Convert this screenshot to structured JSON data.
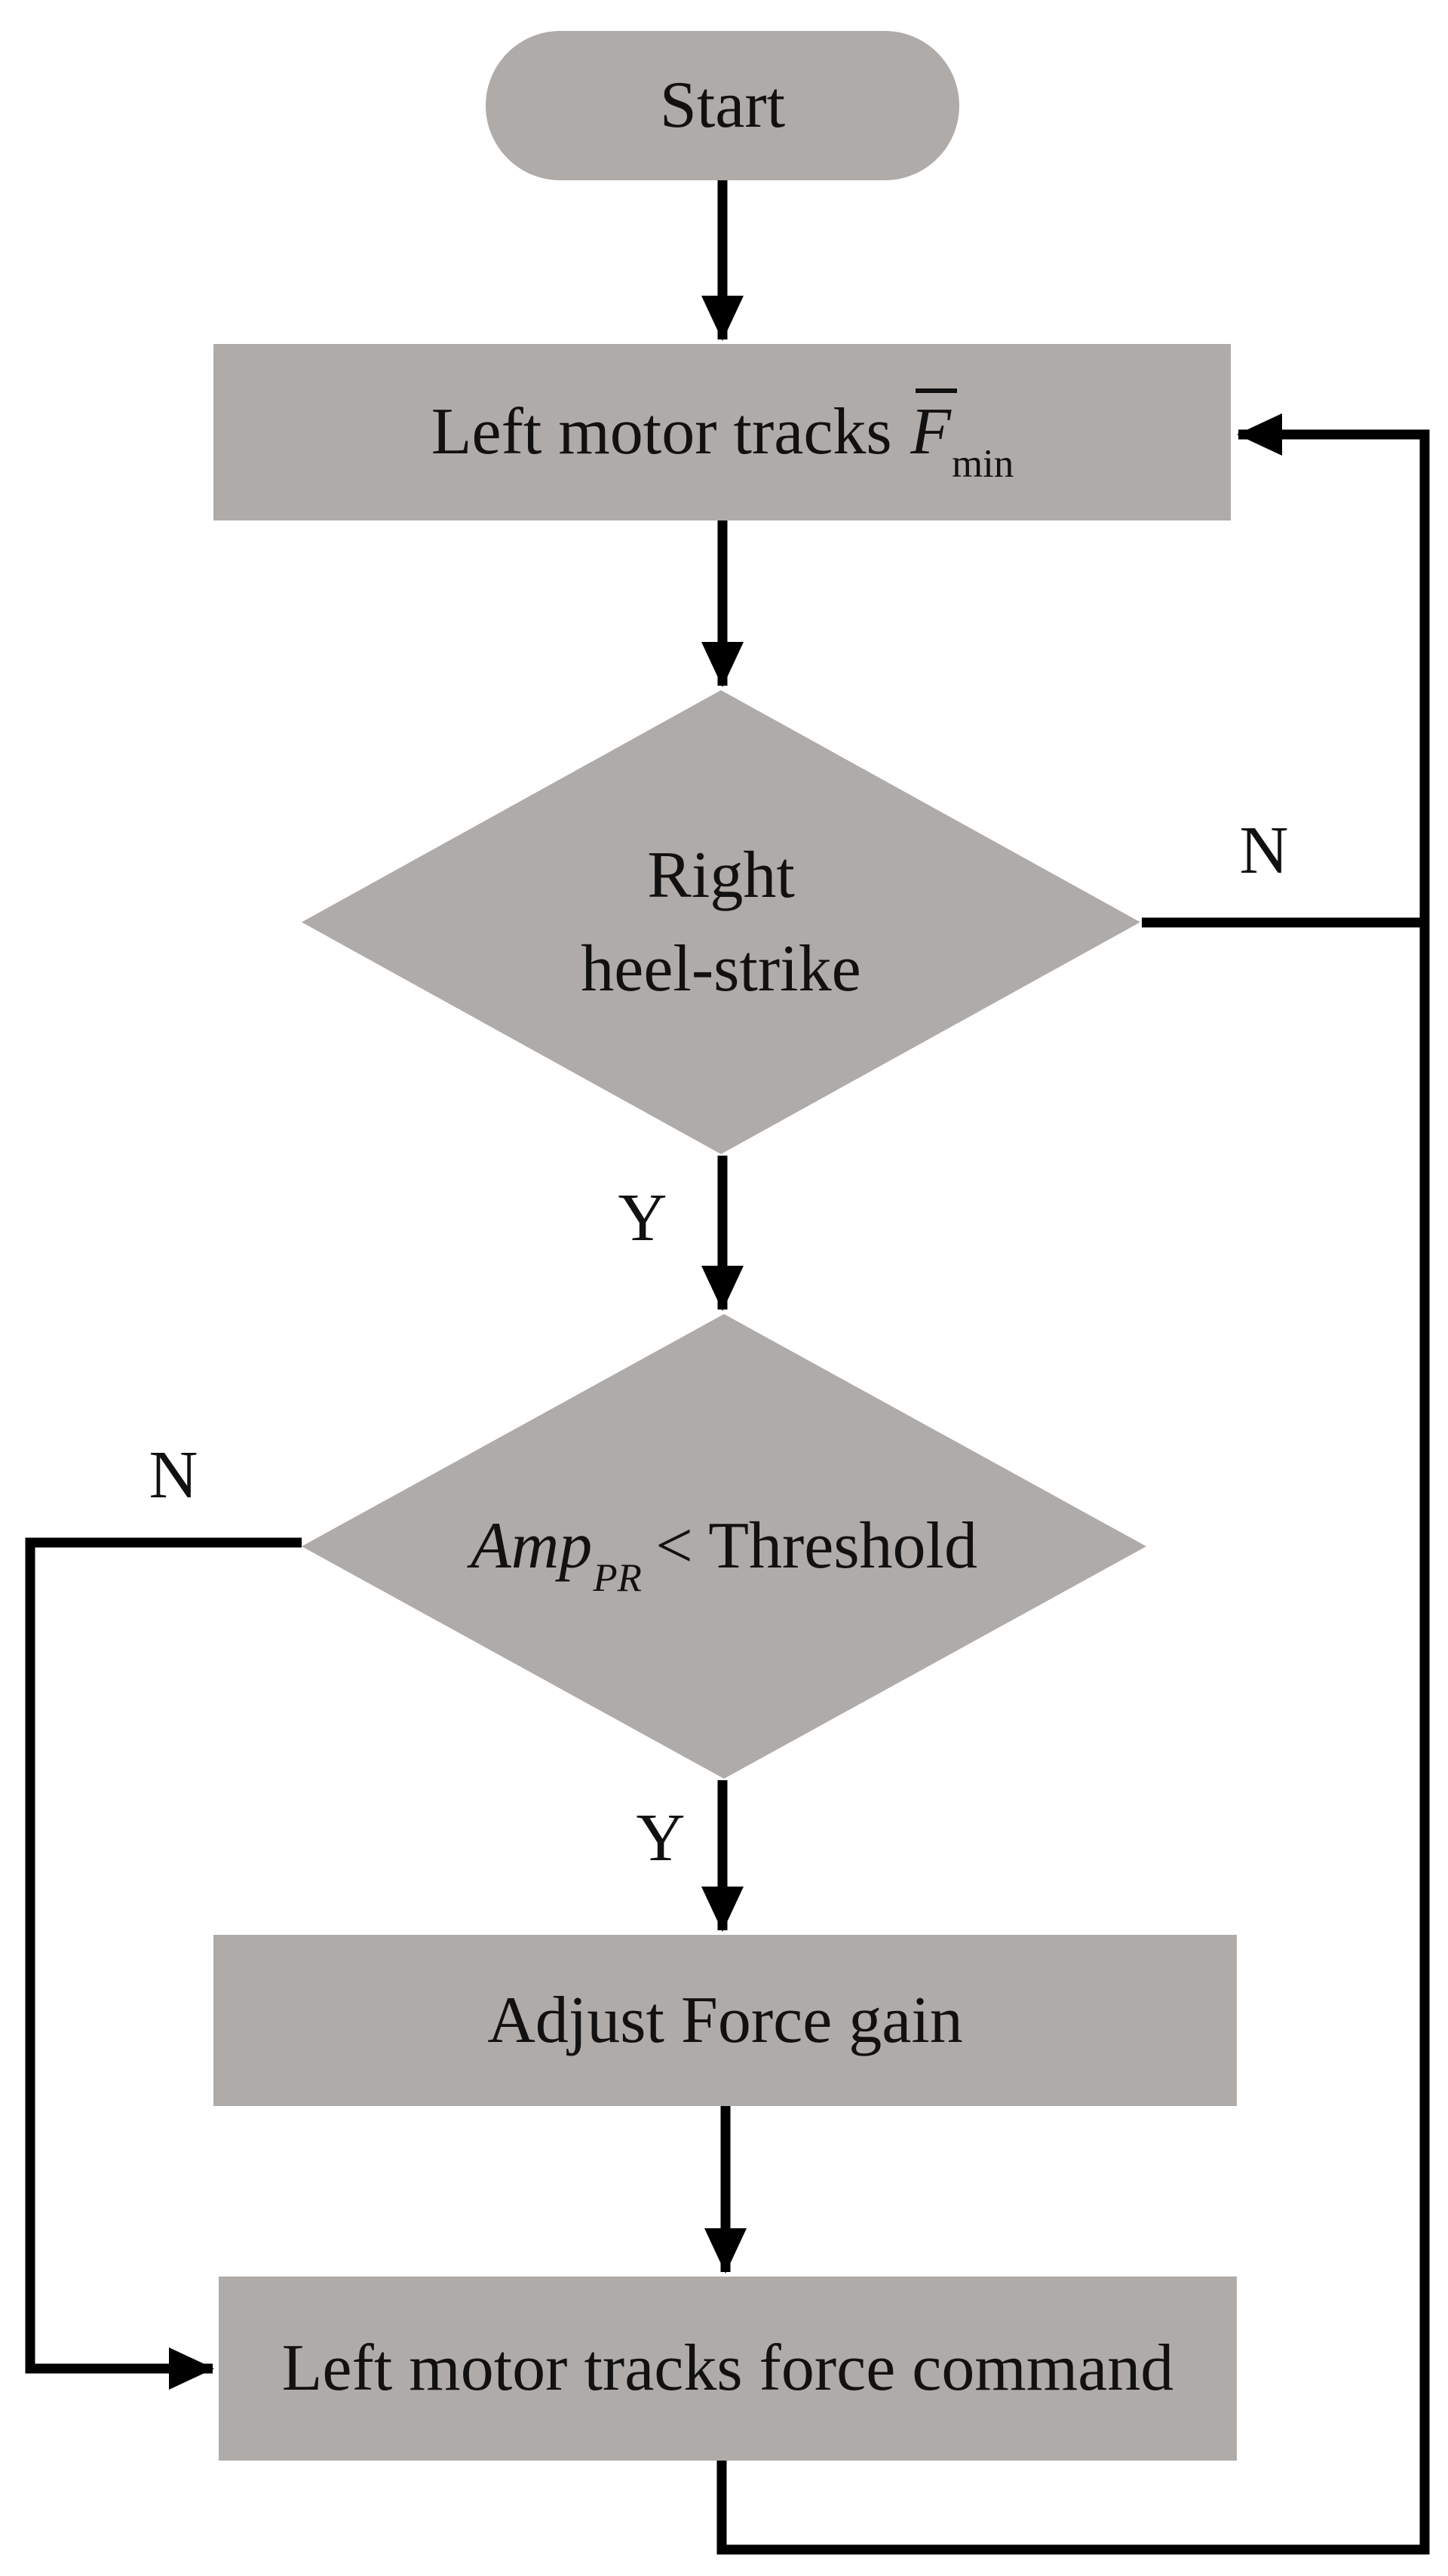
{
  "diagram": {
    "colors": {
      "background": "#ffffff",
      "shape_fill": "#afaba8",
      "line_color": "#000000",
      "text_color": "#111111"
    },
    "nodes": {
      "start": {
        "type": "terminator",
        "label": "Start"
      },
      "track_fmin": {
        "type": "process",
        "text_prefix": "Left motor tracks",
        "var": "F",
        "var_sub": "min"
      },
      "heel_strike": {
        "type": "decision",
        "line1": "Right",
        "line2": "heel-strike"
      },
      "amp_threshold": {
        "type": "decision",
        "var": "Amp",
        "var_sub": "PR",
        "comparison": "< Threshold"
      },
      "adjust_gain": {
        "type": "process",
        "label": "Adjust Force gain"
      },
      "track_force": {
        "type": "process",
        "label": "Left motor tracks force command"
      }
    },
    "edge_labels": {
      "heel_no": "N",
      "heel_yes": "Y",
      "amp_no": "N",
      "amp_yes": "Y"
    },
    "edges": [
      {
        "from": "start",
        "to": "track_fmin",
        "label": ""
      },
      {
        "from": "track_fmin",
        "to": "heel_strike",
        "label": ""
      },
      {
        "from": "heel_strike",
        "to": "amp_threshold",
        "label": "Y"
      },
      {
        "from": "heel_strike",
        "to": "track_fmin",
        "label": "N"
      },
      {
        "from": "amp_threshold",
        "to": "adjust_gain",
        "label": "Y"
      },
      {
        "from": "amp_threshold",
        "to": "track_force",
        "label": "N"
      },
      {
        "from": "adjust_gain",
        "to": "track_force",
        "label": ""
      },
      {
        "from": "track_force",
        "to": "track_fmin",
        "label": ""
      }
    ]
  }
}
